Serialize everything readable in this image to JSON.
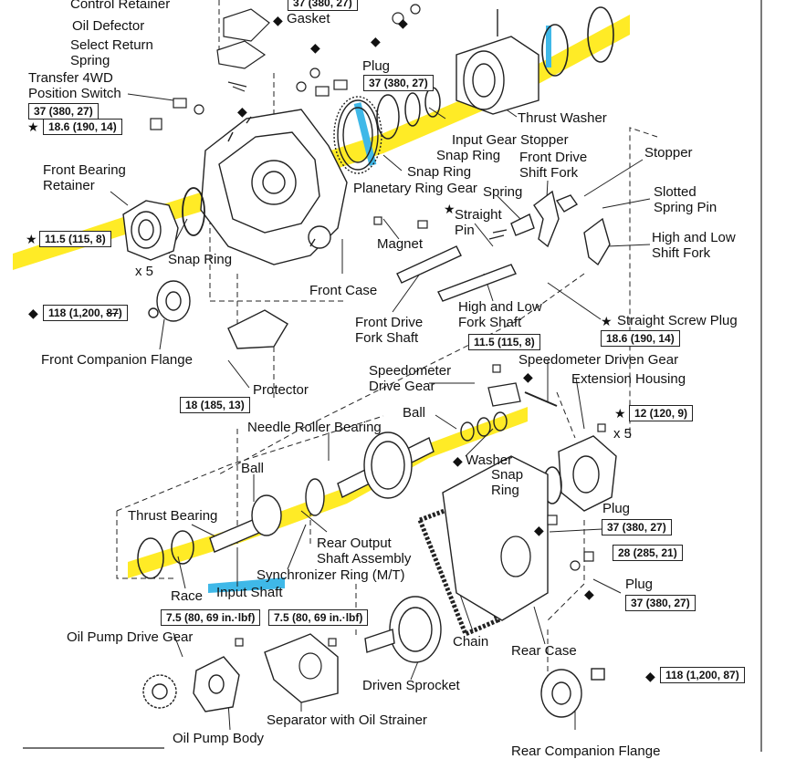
{
  "labels": {
    "control_retainer": "Control Retainer",
    "gasket": "Gasket",
    "oil_defector": "Oil Defector",
    "select_return_spring": "Select Return\nSpring",
    "plug_top": "Plug",
    "transfer_4wd_switch": "Transfer 4WD\nPosition Switch",
    "thrust_washer": "Thrust Washer",
    "input_gear_stopper": "Input Gear Stopper",
    "snap_ring_1": "Snap Ring",
    "snap_ring_2": "Snap Ring",
    "front_drive_shift_fork": "Front Drive\nShift Fork",
    "stopper": "Stopper",
    "front_bearing_retainer": "Front Bearing\nRetainer",
    "planetary_ring_gear": "Planetary Ring Gear",
    "spring": "Spring",
    "slotted_spring_pin": "Slotted\nSpring Pin",
    "straight_pin": "Straight\nPin",
    "magnet": "Magnet",
    "high_low_shift_fork": "High and Low\nShift Fork",
    "snap_ring_front": "Snap Ring",
    "x5_a": "x 5",
    "front_case": "Front Case",
    "high_low_fork_shaft": "High and Low\nFork Shaft",
    "straight_screw_plug": "Straight Screw Plug",
    "front_drive_fork_shaft": "Front Drive\nFork Shaft",
    "front_companion_flange": "Front Companion Flange",
    "speedometer_driven_gear": "Speedometer Driven Gear",
    "speedometer_drive_gear": "Speedometer\nDrive Gear",
    "extension_housing": "Extension Housing",
    "protector": "Protector",
    "ball_1": "Ball",
    "needle_roller_bearing": "Needle Roller Bearing",
    "x5_b": "x 5",
    "washer": "Washer",
    "snap_ring_3": "Snap\nRing",
    "ball_2": "Ball",
    "thrust_bearing": "Thrust Bearing",
    "plug_mid": "Plug",
    "rear_output_shaft": "Rear Output\nShaft Assembly",
    "synchronizer_ring": "Synchronizer Ring (M/T)",
    "input_shaft": "Input Shaft",
    "race": "Race",
    "plug_low": "Plug",
    "chain": "Chain",
    "rear_case": "Rear Case",
    "oil_pump_drive_gear": "Oil Pump Drive Gear",
    "driven_sprocket": "Driven Sprocket",
    "separator_oil_strainer": "Separator with Oil Strainer",
    "oil_pump_body": "Oil Pump Body",
    "rear_companion_flange": "Rear Companion Flange"
  },
  "torque": {
    "t_top": "37 (380, 27)",
    "t_plug_top": "37 (380, 27)",
    "t_switch": "37 (380, 27)",
    "t_switch_2": "18.6 (190, 14)",
    "t_front_retainer": "11.5 (115, 8)",
    "t_front_flange": "118 (1,200, 87)",
    "t_fork_shaft": "11.5 (115, 8)",
    "t_screw_plug": "18.6 (190, 14)",
    "t_protector": "18 (185, 13)",
    "t_extension": "12 (120, 9)",
    "t_plug_mid": "37 (380, 27)",
    "t_rear_case": "28 (285, 21)",
    "t_plug_low": "37 (380, 27)",
    "t_oil_pump_1": "7.5 (80, 69 in.·lbf)",
    "t_oil_pump_2": "7.5 (80, 69 in.·lbf)",
    "t_rear_flange": "118 (1,200, 87)"
  },
  "symbols": {
    "star": "★",
    "diamond": "◆"
  },
  "colors": {
    "highlight_yellow": "#ffe800",
    "highlight_blue": "#3fb8e8",
    "line": "#1a1a1a"
  }
}
